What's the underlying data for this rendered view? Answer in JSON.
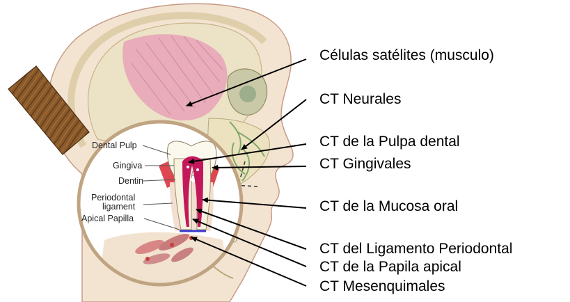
{
  "figure": {
    "labels": [
      "Células satélites (musculo)",
      "CT Neurales",
      "CT de la Pulpa dental",
      "CT Gingivales",
      "CT de la Mucosa oral",
      "CT del Ligamento Periodontal",
      "CT de la Papila apical",
      "CT Mesenquimales"
    ],
    "inset_labels": [
      "Dental Pulp",
      "Gingiva",
      "Dentin",
      "Periodontal",
      "ligament",
      "Apical Papilla"
    ]
  },
  "colors": {
    "skin": "#f3e4d2",
    "skull": "#e8dcc0",
    "muscle": "#e8a6b8",
    "inset_border": "#c0a482",
    "pulp": "#c2185b",
    "arrow": "#000000"
  },
  "icons": [
    "wood-block"
  ]
}
